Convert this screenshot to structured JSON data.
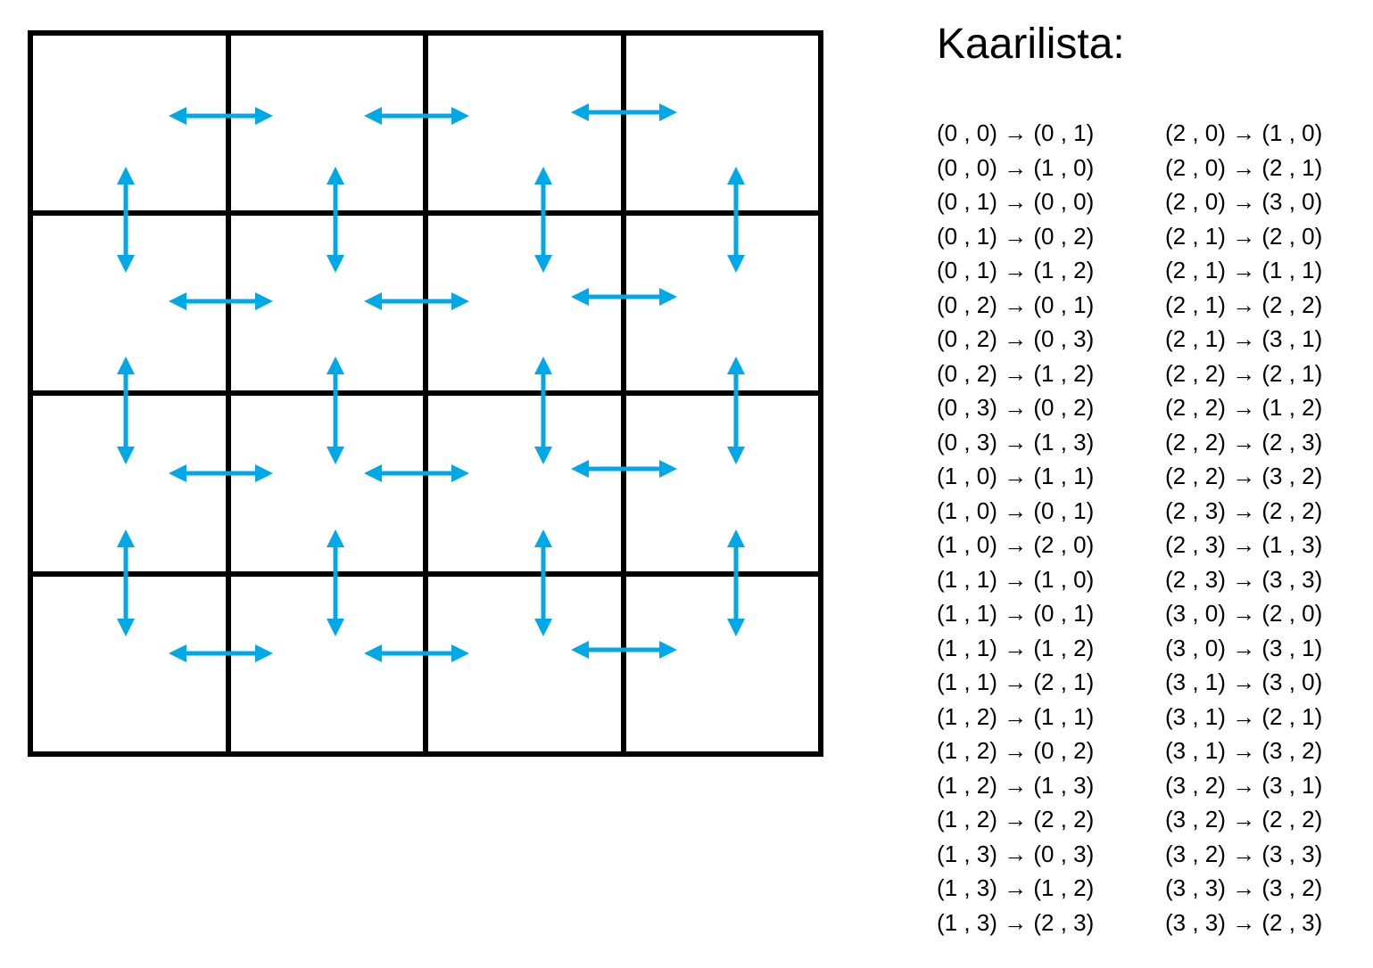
{
  "grid": {
    "rows": 4,
    "cols": 4,
    "line_color": "#000000",
    "arrow_color": "#00a8e8"
  },
  "edge_list": {
    "title": "Kaarilista:",
    "column_left": [
      "(0 , 0) → (0 , 1)",
      "(0 , 0) → (1 , 0)",
      "(0 , 1) → (0 , 0)",
      "(0 , 1) → (0 , 2)",
      "(0 , 1) → (1 , 2)",
      "(0 , 2) → (0 , 1)",
      "(0 , 2) → (0 , 3)",
      "(0 , 2) → (1 , 2)",
      "(0 , 3) → (0 , 2)",
      "(0 , 3) → (1 , 3)",
      "(1 , 0) → (1 , 1)",
      "(1 , 0) → (0 , 1)",
      "(1 , 0) → (2 , 0)",
      "(1 , 1) → (1 , 0)",
      "(1 , 1) → (0 , 1)",
      "(1 , 1) → (1 , 2)",
      "(1 , 1) → (2 , 1)",
      "(1 , 2) → (1 , 1)",
      "(1 , 2) → (0 , 2)",
      "(1 , 2) → (1 , 3)",
      "(1 , 2) → (2 , 2)",
      "(1 , 3) → (0 , 3)",
      "(1 , 3) → (1 , 2)",
      "(1 , 3) → (2 , 3)"
    ],
    "column_right": [
      "(2 , 0) → (1 , 0)",
      "(2 , 0) → (2 , 1)",
      "(2 , 0) → (3 , 0)",
      "(2 , 1) → (2 , 0)",
      "(2 , 1) → (1 , 1)",
      "(2 , 1) → (2 , 2)",
      "(2 , 1) → (3 , 1)",
      "(2 , 2) → (2 , 1)",
      "(2 , 2) → (1 , 2)",
      "(2 , 2) → (2 , 3)",
      "(2 , 2) → (3 , 2)",
      "(2 , 3) → (2 , 2)",
      "(2 , 3) → (1 , 3)",
      "(2 , 3) → (3 , 3)",
      "(3 , 0) → (2 , 0)",
      "(3 , 0) → (3 , 1)",
      "(3 , 1) → (3 , 0)",
      "(3 , 1) → (2 , 1)",
      "(3 , 1) → (3 , 2)",
      "(3 , 2) → (3 , 1)",
      "(3 , 2) → (2 , 2)",
      "(3 , 2) → (3 , 3)",
      "(3 , 3) → (3 , 2)",
      "(3 , 3) → (2 , 3)"
    ]
  }
}
